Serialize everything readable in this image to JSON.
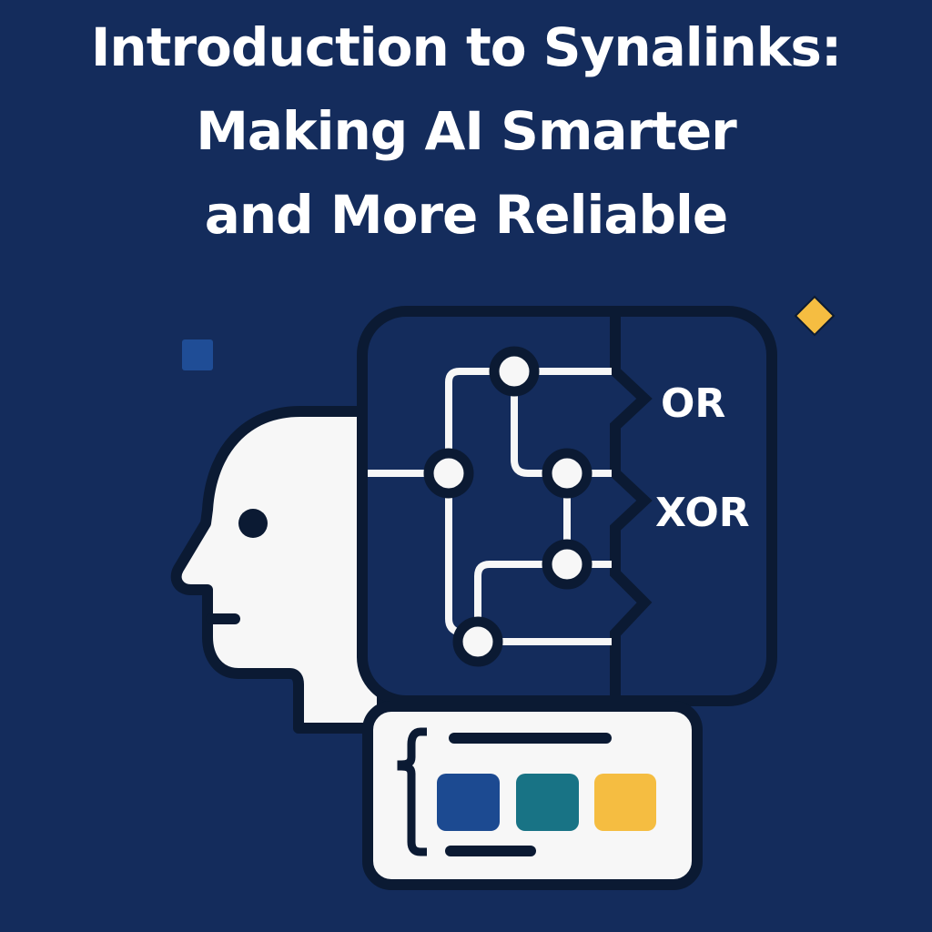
{
  "title": {
    "lines": [
      "Introduction to Synalinks:",
      "Making AI Smarter",
      "and More Reliable"
    ]
  },
  "illustration": {
    "gate_labels": [
      "OR",
      "XOR"
    ],
    "icons": [
      "human-head-profile-icon",
      "logic-circuit-panel-icon",
      "json-data-card-icon"
    ],
    "colors": {
      "background": "#142c5c",
      "outline": "#0b1a33",
      "white": "#f7f7f7",
      "blue_block": "#1c4a91",
      "teal_block": "#187385",
      "yellow_block": "#f5bd41",
      "accent_square": "#1f4d96",
      "accent_diamond": "#f5bd41"
    }
  }
}
